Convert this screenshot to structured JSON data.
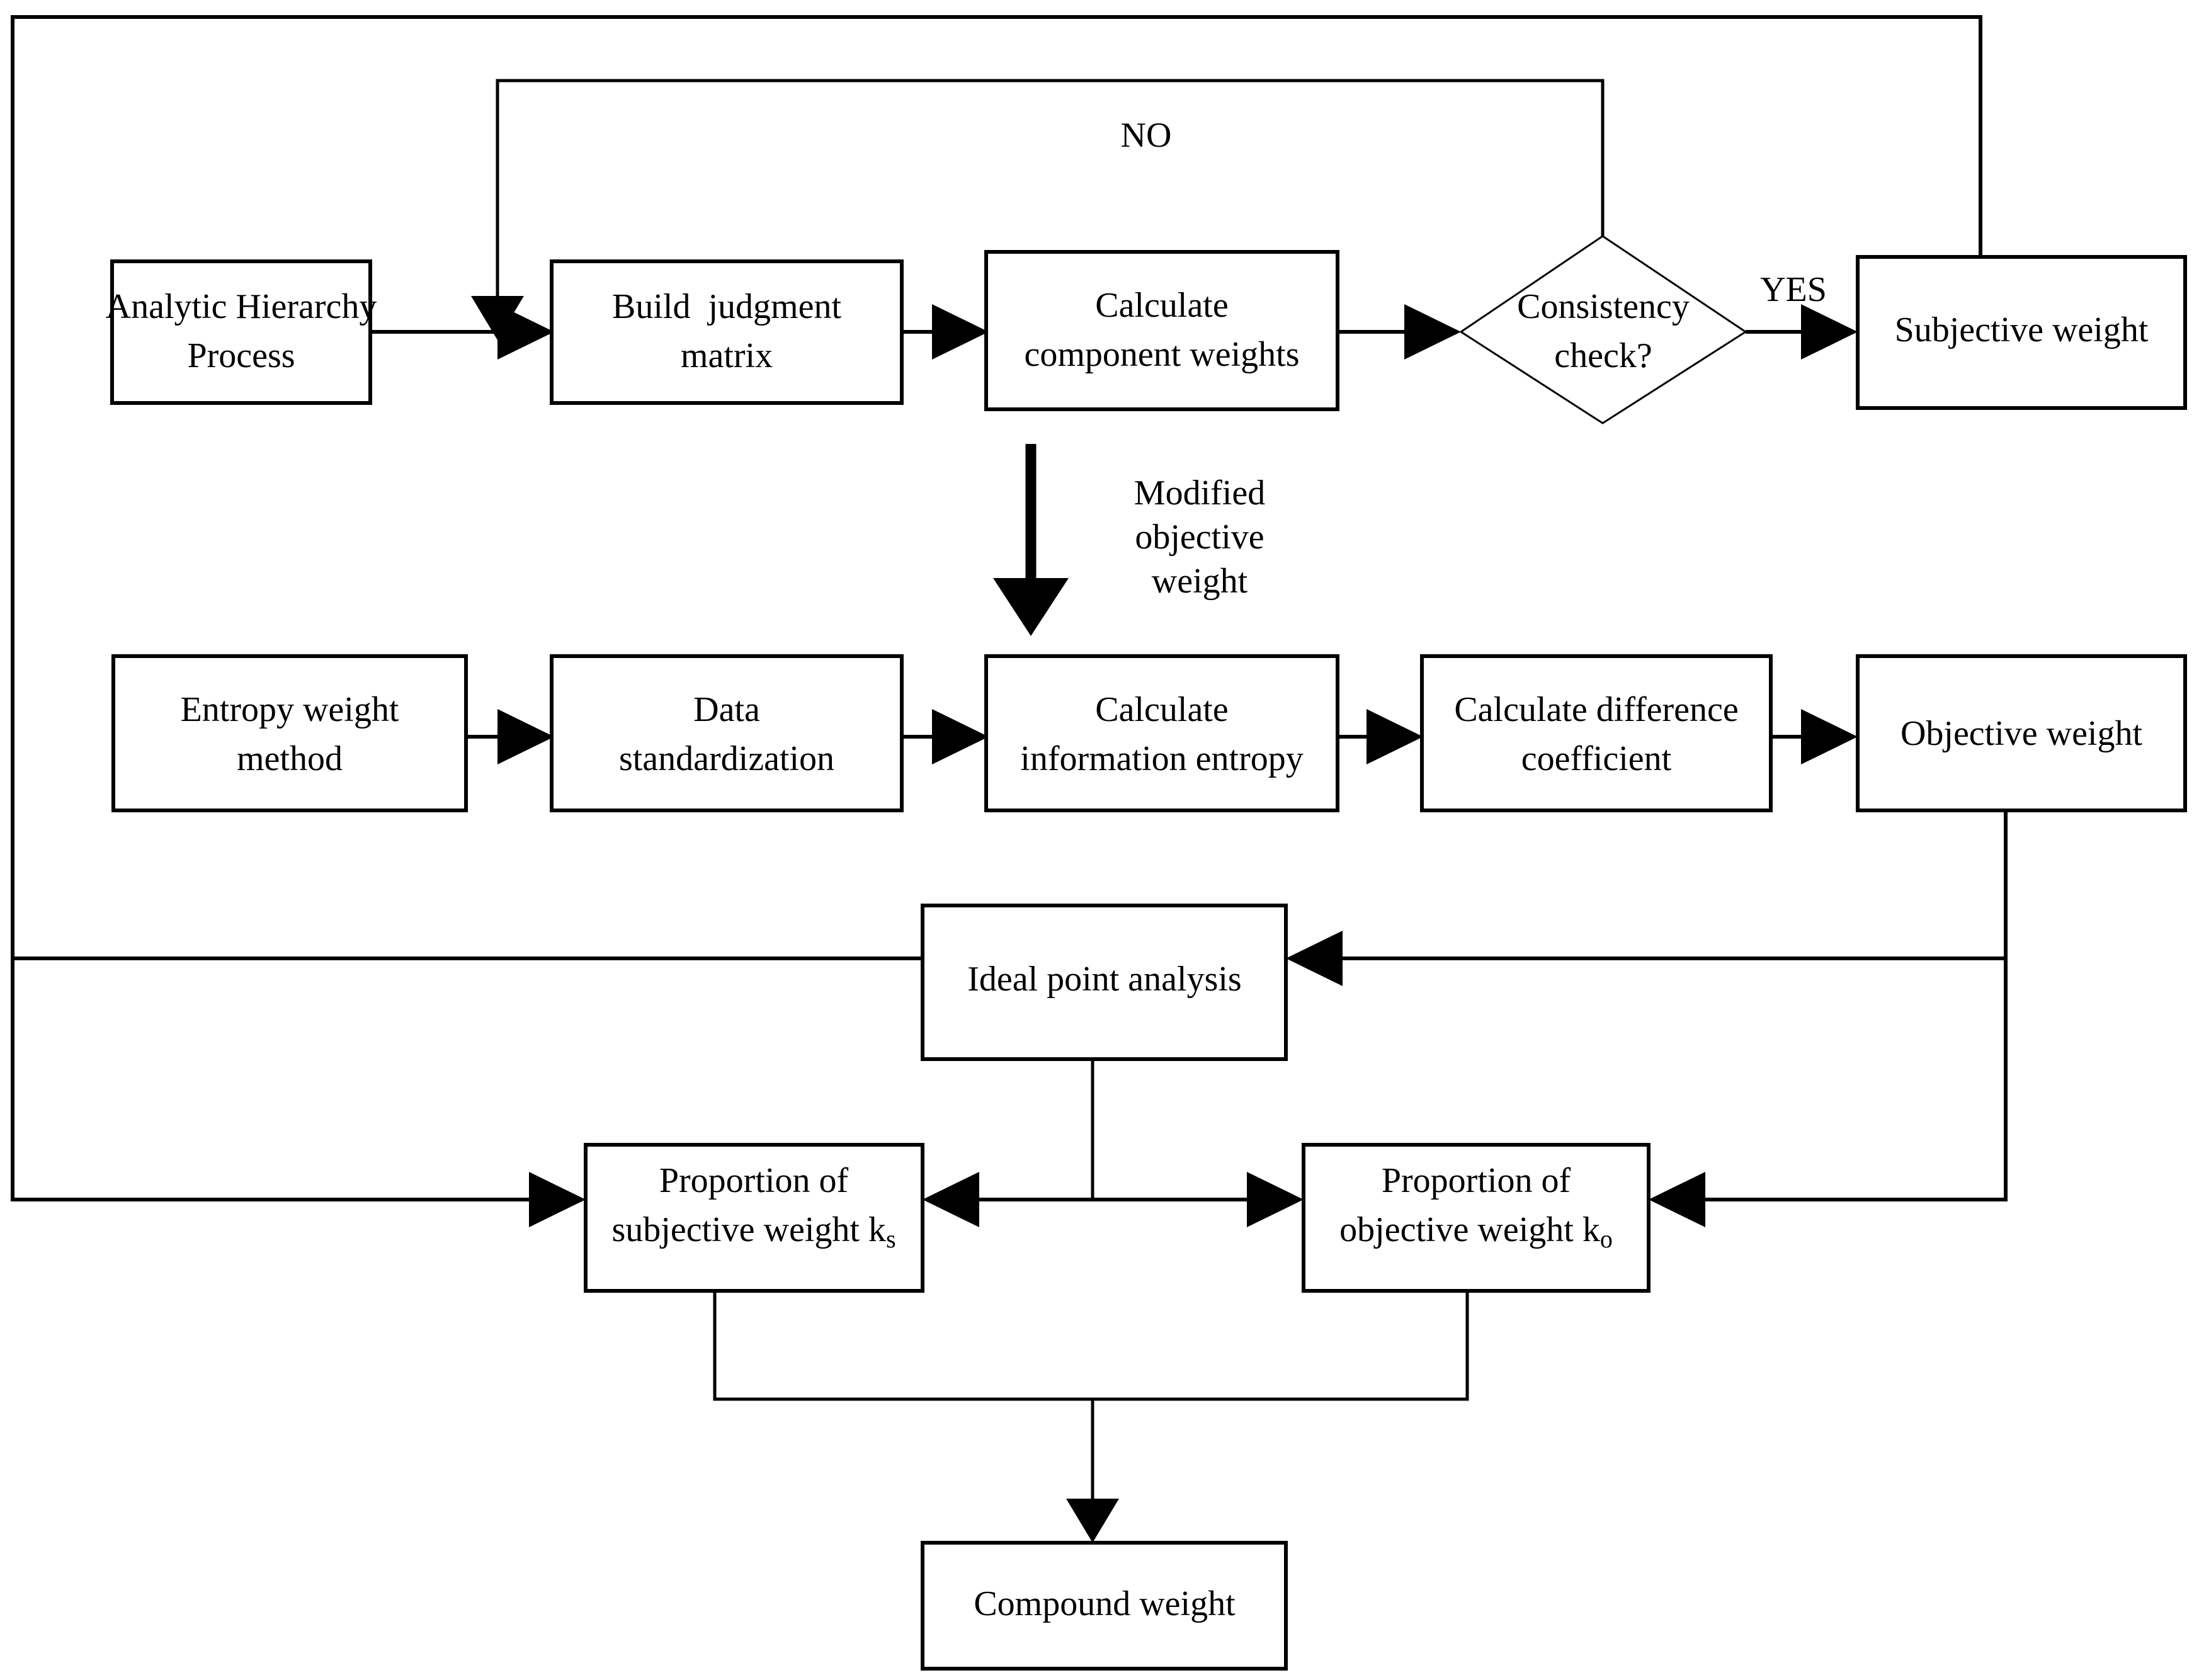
{
  "diagram": {
    "type": "flowchart",
    "title": "Combined subjective-objective weighting flowchart",
    "background_color": "#ffffff",
    "line_color": "#000000"
  },
  "nodes": {
    "ahp": {
      "label": "Analytic Hierarchy\nProcess",
      "line1": "Analytic Hierarchy",
      "line2": "Process",
      "shape": "rectangle"
    },
    "judgment_matrix": {
      "label": "Build  judgment\nmatrix",
      "line1": "Build  judgment",
      "line2": "matrix",
      "shape": "rectangle"
    },
    "component_weights": {
      "label": "Calculate\ncomponent weights",
      "line1": "Calculate",
      "line2": "component weights",
      "shape": "rectangle"
    },
    "consistency_check": {
      "label": "Consistency\ncheck?",
      "line1": "Consistency",
      "line2": "check?",
      "shape": "diamond"
    },
    "subjective_weight": {
      "label": "Subjective weight",
      "line1": "Subjective weight",
      "shape": "rectangle"
    },
    "entropy_weight": {
      "label": "Entropy weight\nmethod",
      "line1": "Entropy weight",
      "line2": "method",
      "shape": "rectangle"
    },
    "data_standardization": {
      "label": "Data\nstandardization",
      "line1": "Data",
      "line2": "standardization",
      "shape": "rectangle"
    },
    "information_entropy": {
      "label": "Calculate\ninformation entropy",
      "line1": "Calculate",
      "line2": "information entropy",
      "shape": "rectangle"
    },
    "difference_coefficient": {
      "label": "Calculate difference\ncoefficient",
      "line1": "Calculate difference",
      "line2": "coefficient",
      "shape": "rectangle"
    },
    "objective_weight": {
      "label": "Objective weight",
      "line1": "Objective weight",
      "shape": "rectangle"
    },
    "ideal_point": {
      "label": "Ideal point analysis",
      "line1": "Ideal point analysis",
      "shape": "rectangle"
    },
    "proportion_subjective": {
      "label": "Proportion of\nsubjective weight ks",
      "line1": "Proportion of",
      "line2_main": "subjective weight k",
      "line2_sub": "s",
      "shape": "rectangle"
    },
    "proportion_objective": {
      "label": "Proportion of\nobjective weight ko",
      "line1": "Proportion of",
      "line2_main": "objective weight k",
      "line2_sub": "o",
      "shape": "rectangle"
    },
    "compound_weight": {
      "label": "Compound weight",
      "line1": "Compound weight",
      "shape": "rectangle"
    }
  },
  "edge_labels": {
    "no": "NO",
    "yes": "YES",
    "modified_objective_weight_l1": "Modified",
    "modified_objective_weight_l2": "objective",
    "modified_objective_weight_l3": "weight"
  }
}
